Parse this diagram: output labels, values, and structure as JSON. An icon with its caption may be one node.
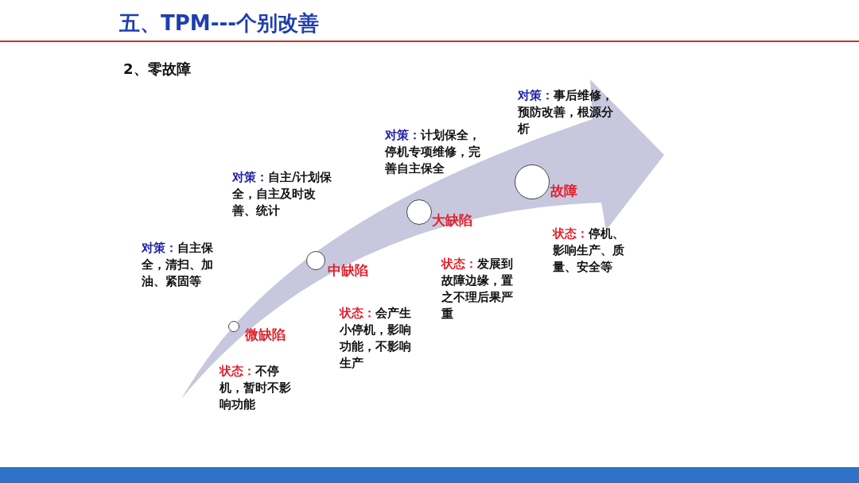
{
  "diagram": {
    "title": "五、TPM---个别改善",
    "nodes": [
      {
        "text": [],
        "shape": "circle",
        "beside": [
          "微缺陷"
        ]
      },
      {
        "text": [],
        "shape": "circle",
        "beside": [
          "中缺陷"
        ]
      },
      {
        "text": [],
        "shape": "circle",
        "beside": [
          "大缺陷"
        ]
      },
      {
        "text": [],
        "shape": "circle",
        "beside": [
          "故障"
        ]
      }
    ],
    "labels": [
      "2、零故障",
      "**对策：**事后维修，预防改善，根源分析",
      "**对策：**计划保全，停机专项维修，完善自主保全",
      "**对策：**自主/计划保全，自主及时改善、统计",
      "**状态：**停机、影响生产、质量、安全等",
      "**对策：**自主保全，清扫、加油、紧固等",
      "**状态：**发展到故障边缘，置之不理后果严重",
      "**状态：**会产生小停机，影响功能，不影响生产",
      "**状态：**不停机，暂时不影响功能"
    ]
  }
}
